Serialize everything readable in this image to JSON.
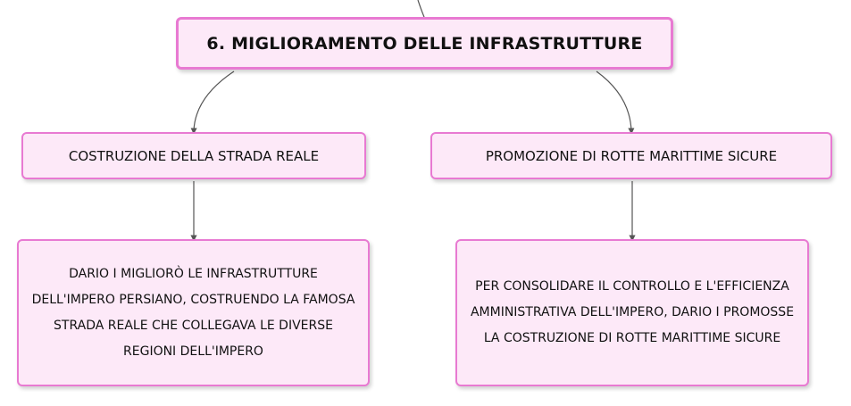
{
  "root": {
    "label": "6. MIGLIORAMENTO DELLE INFRASTRUTTURE"
  },
  "branches": [
    {
      "topic": "COSTRUZIONE DELLA STRADA REALE",
      "detail": "DARIO I MIGLIORÒ LE INFRASTRUTTURE DELL'IMPERO PERSIANO, COSTRUENDO LA FAMOSA STRADA REALE CHE COLLEGAVA LE DIVERSE REGIONI DELL'IMPERO"
    },
    {
      "topic": "PROMOZIONE DI ROTTE MARITTIME SICURE",
      "detail": "PER CONSOLIDARE IL CONTROLLO E L'EFFICIENZA AMMINISTRATIVA DELL'IMPERO, DARIO I PROMOSSE LA COSTRUZIONE DI ROTTE MARITTIME SICURE"
    }
  ],
  "colors": {
    "node_fill": "#fde9f8",
    "node_border": "#e87ad2",
    "connector": "#555555"
  }
}
